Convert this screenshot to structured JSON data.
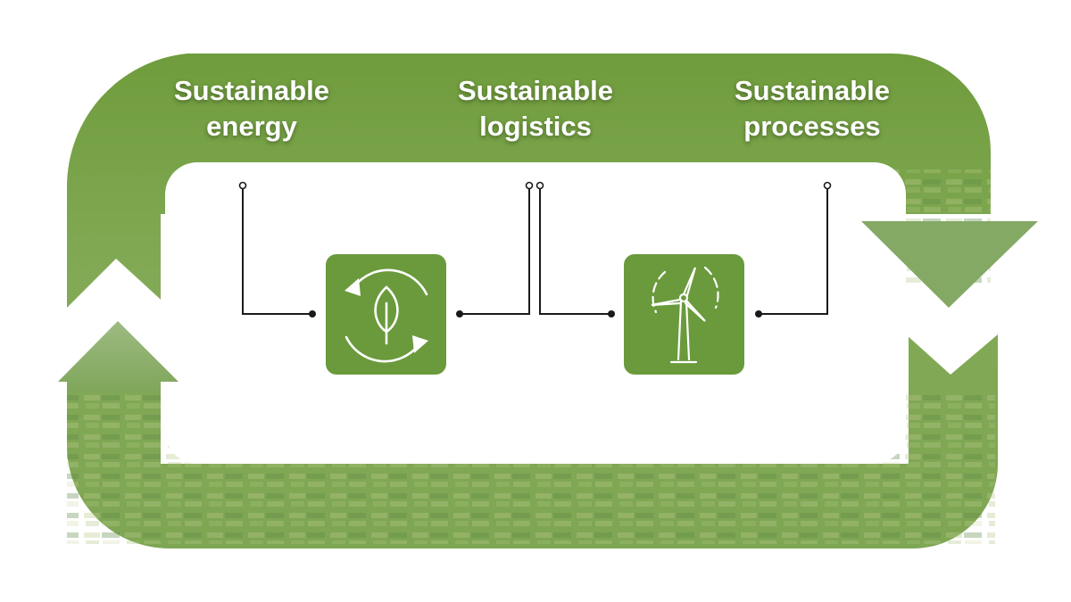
{
  "labels": [
    {
      "line1": "Sustainable",
      "line2": "energy"
    },
    {
      "line1": "Sustainable",
      "line2": "logistics"
    },
    {
      "line1": "Sustainable",
      "line2": "processes"
    }
  ],
  "icons": [
    {
      "name": "recycle-leaf-icon"
    },
    {
      "name": "wind-turbine-icon"
    }
  ],
  "colors": {
    "ring_green": "#6b9a3a",
    "ring_light": "#8fb56a",
    "icon_tile": "#6a9a3c",
    "connector": "#1a1a1a",
    "inner_panel": "#ffffff"
  }
}
